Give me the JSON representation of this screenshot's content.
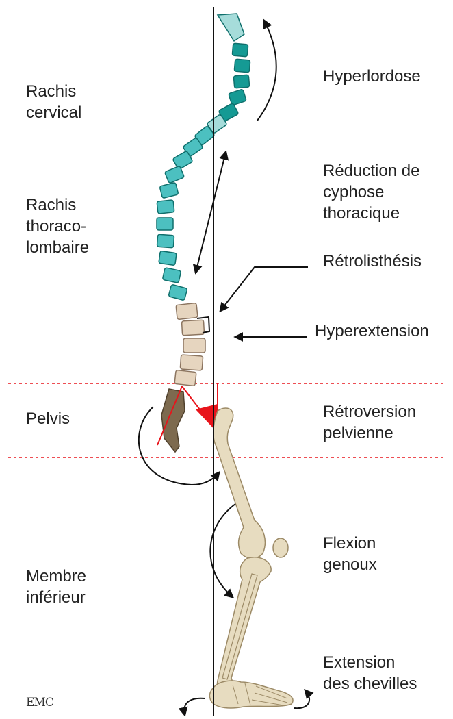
{
  "regions": {
    "cervical": "Rachis\ncervical",
    "thoracolumbar": "Rachis\nthoraco-\nlombaire",
    "pelvis": "Pelvis",
    "lower_limb": "Membre\ninférieur"
  },
  "findings": {
    "hyperlordosis": "Hyperlordose",
    "kyphosis_reduction": "Réduction de\ncyphose\nthoracique",
    "retrolisthesis": "Rétrolisthésis",
    "hyperextension": "Hyperextension",
    "pelvic_retroversion": "Rétroversion\npelvienne",
    "knee_flexion": "Flexion\ngenoux",
    "ankle_extension": "Extension\ndes chevilles"
  },
  "logo": "EMC",
  "colors": {
    "cervical_light": "#a6dcda",
    "cervical_dark": "#159a94",
    "thoracic": "#4cc0c0",
    "vertebra_outline": "#0f6f6c",
    "lumbar": "#e6d5bf",
    "lumbar_outline": "#8c7560",
    "pelvis": "#7d6a4f",
    "bone": "#e7dcc0",
    "bone_outline": "#9c8a66",
    "pelvic_angle": "#e8141b",
    "guide_line": "#e8141b",
    "plumb_line": "#111111"
  }
}
